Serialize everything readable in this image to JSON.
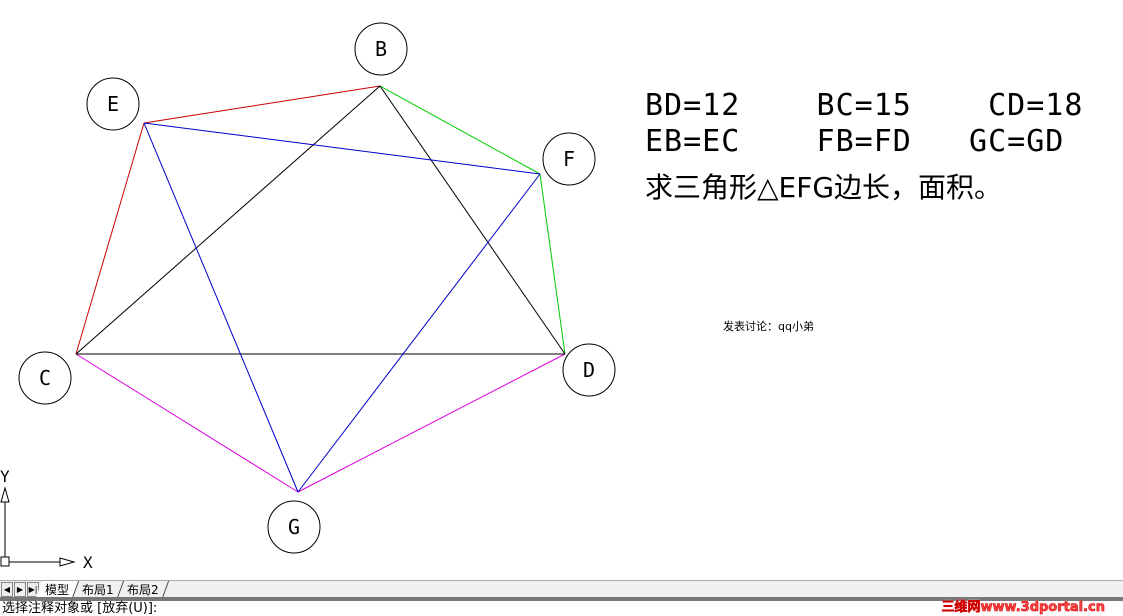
{
  "drawing": {
    "points": {
      "B": "B",
      "C": "C",
      "D": "D",
      "E": "E",
      "F": "F",
      "G": "G"
    },
    "colors": {
      "EB_EC": "#cc0000",
      "FB_FD": "#00cc00",
      "GC_GD": "#dd00dd",
      "EFG": "#0000cc",
      "BCD": "#000000"
    },
    "ucs": {
      "x": "X",
      "y": "Y"
    }
  },
  "problem": {
    "line1": "BD=12    BC=15    CD=18",
    "line2": "EB=EC    FB=FD   GC=GD",
    "line3": "求三角形△EFG边长，面积。",
    "note": "发表讨论：qq小弟"
  },
  "tabs": [
    {
      "label": "模型",
      "active": true
    },
    {
      "label": "布局1"
    },
    {
      "label": "布局2"
    }
  ],
  "command_line": "选择注释对象或 [放弃(U)]:",
  "watermark": "三维网www.3dportal.cn"
}
